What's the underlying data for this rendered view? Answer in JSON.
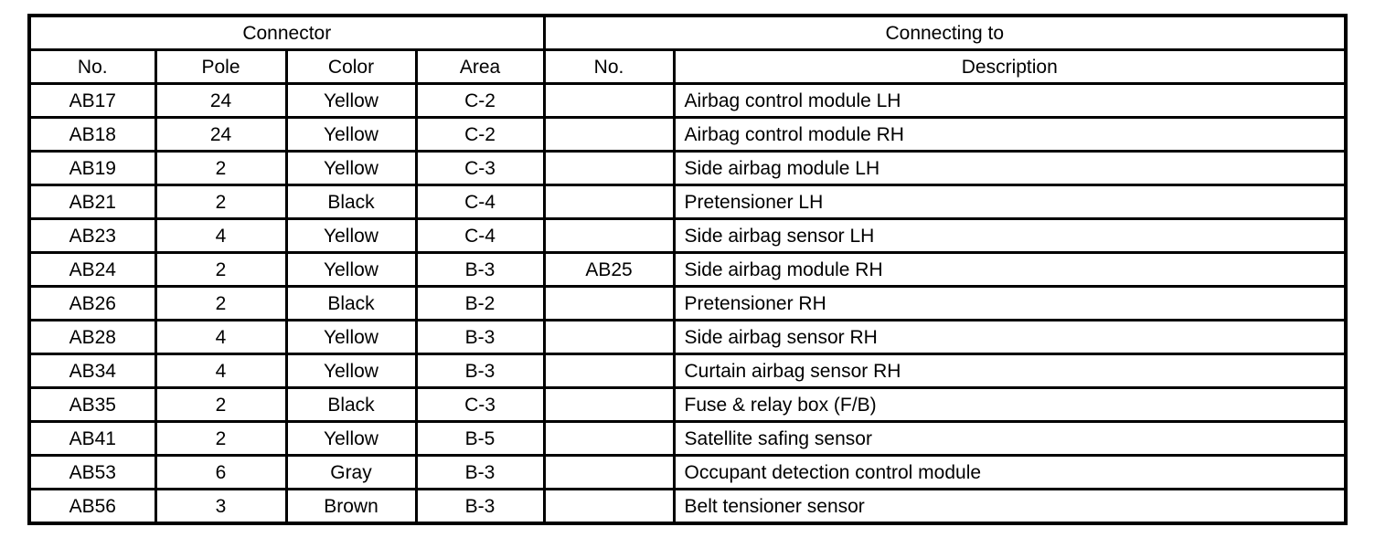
{
  "table": {
    "group_headers": {
      "connector": "Connector",
      "connecting_to": "Connecting to"
    },
    "columns": {
      "no": "No.",
      "pole": "Pole",
      "color": "Color",
      "area": "Area",
      "connecting_no": "No.",
      "description": "Description"
    },
    "rows": [
      {
        "no": "AB17",
        "pole": "24",
        "color": "Yellow",
        "area": "C-2",
        "connecting_no": "",
        "description": "Airbag control module LH"
      },
      {
        "no": "AB18",
        "pole": "24",
        "color": "Yellow",
        "area": "C-2",
        "connecting_no": "",
        "description": "Airbag control module RH"
      },
      {
        "no": "AB19",
        "pole": "2",
        "color": "Yellow",
        "area": "C-3",
        "connecting_no": "",
        "description": "Side airbag module LH"
      },
      {
        "no": "AB21",
        "pole": "2",
        "color": "Black",
        "area": "C-4",
        "connecting_no": "",
        "description": "Pretensioner LH"
      },
      {
        "no": "AB23",
        "pole": "4",
        "color": "Yellow",
        "area": "C-4",
        "connecting_no": "",
        "description": "Side airbag sensor LH"
      },
      {
        "no": "AB24",
        "pole": "2",
        "color": "Yellow",
        "area": "B-3",
        "connecting_no": "AB25",
        "description": "Side airbag module RH"
      },
      {
        "no": "AB26",
        "pole": "2",
        "color": "Black",
        "area": "B-2",
        "connecting_no": "",
        "description": "Pretensioner RH"
      },
      {
        "no": "AB28",
        "pole": "4",
        "color": "Yellow",
        "area": "B-3",
        "connecting_no": "",
        "description": "Side airbag sensor RH"
      },
      {
        "no": "AB34",
        "pole": "4",
        "color": "Yellow",
        "area": "B-3",
        "connecting_no": "",
        "description": "Curtain airbag sensor RH"
      },
      {
        "no": "AB35",
        "pole": "2",
        "color": "Black",
        "area": "C-3",
        "connecting_no": "",
        "description": "Fuse & relay box (F/B)"
      },
      {
        "no": "AB41",
        "pole": "2",
        "color": "Yellow",
        "area": "B-5",
        "connecting_no": "",
        "description": "Satellite safing sensor"
      },
      {
        "no": "AB53",
        "pole": "6",
        "color": "Gray",
        "area": "B-3",
        "connecting_no": "",
        "description": "Occupant detection control module"
      },
      {
        "no": "AB56",
        "pole": "3",
        "color": "Brown",
        "area": "B-3",
        "connecting_no": "",
        "description": "Belt tensioner sensor"
      }
    ]
  },
  "colors": {
    "border": "#000000",
    "background": "#ffffff",
    "text": "#000000"
  }
}
